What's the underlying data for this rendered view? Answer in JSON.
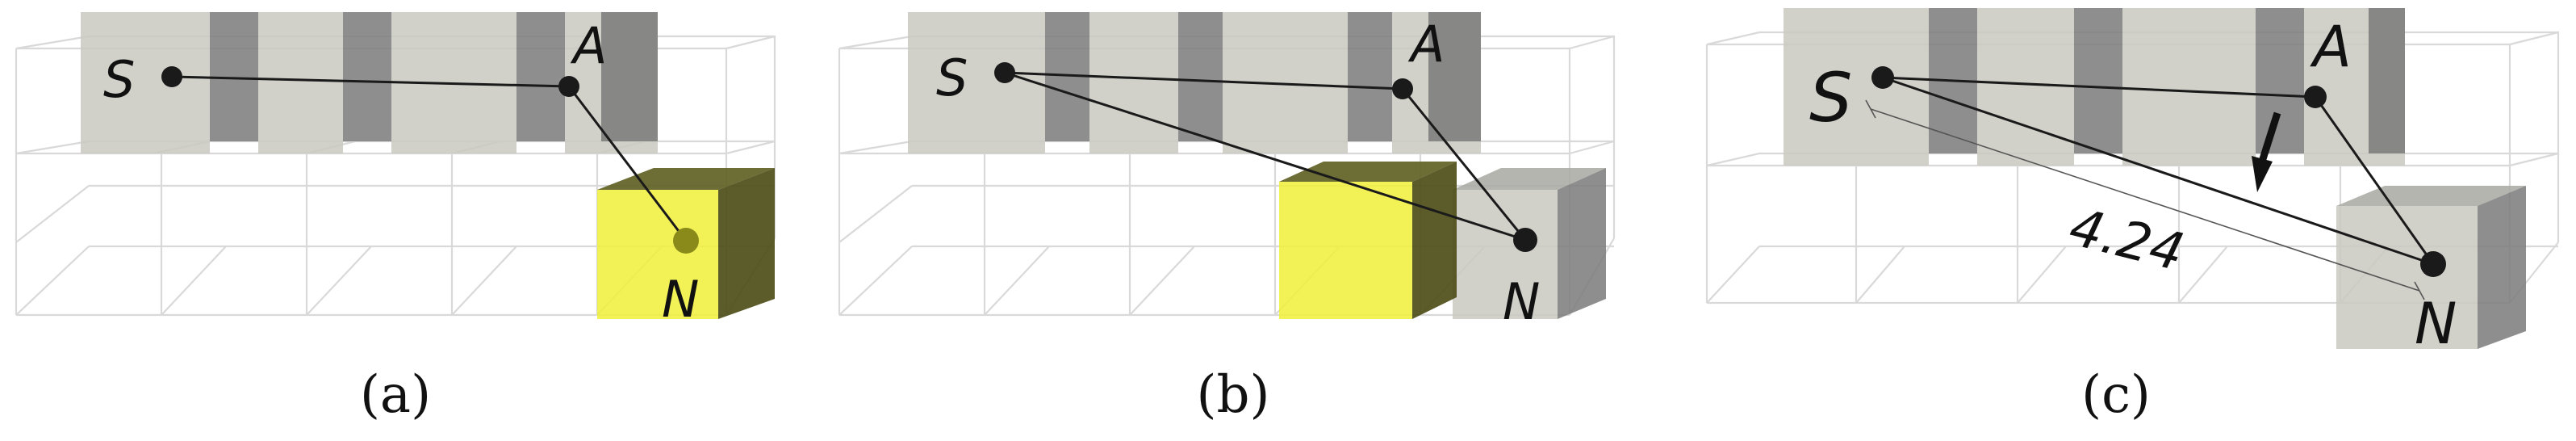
{
  "panels": [
    {
      "id": "a",
      "caption": "(a)",
      "labels": {
        "S": "S",
        "A": "A",
        "N": "N"
      }
    },
    {
      "id": "b",
      "caption": "(b)",
      "labels": {
        "S": "S",
        "A": "A",
        "N": "N"
      }
    },
    {
      "id": "c",
      "caption": "(c)",
      "labels": {
        "S": "S",
        "A": "A",
        "N": "N"
      },
      "distance": "4.24"
    }
  ],
  "colors": {
    "highlight_cube": "#f0f03a",
    "occupied_cube": "#c9c9c1",
    "grid": "#d9d9d9",
    "path": "#1a1a1a"
  }
}
